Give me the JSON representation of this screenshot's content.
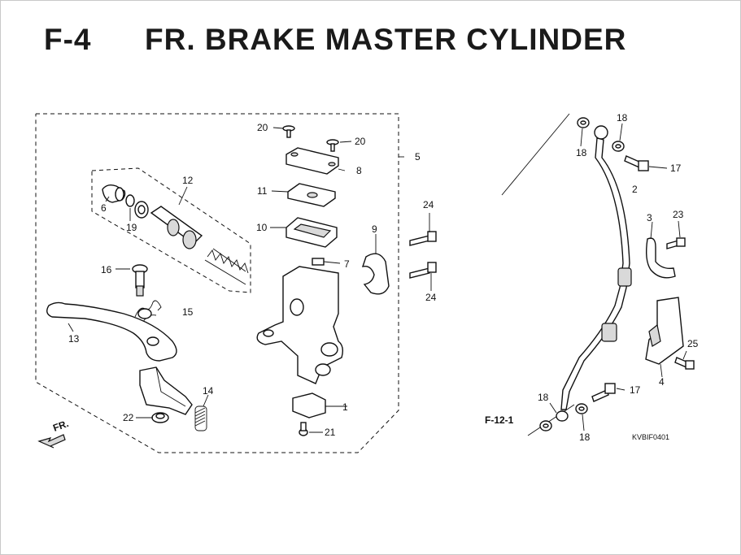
{
  "header": {
    "code": "F-4",
    "title": "FR. BRAKE MASTER CYLINDER"
  },
  "callouts": {
    "p1": "1",
    "p2": "2",
    "p3": "3",
    "p4": "4",
    "p5": "5",
    "p6": "6",
    "p7": "7",
    "p8": "8",
    "p9": "9",
    "p10": "10",
    "p11": "11",
    "p12": "12",
    "p13": "13",
    "p14": "14",
    "p15": "15",
    "p16": "16",
    "p17a": "17",
    "p17b": "17",
    "p18a": "18",
    "p18b": "18",
    "p18c": "18",
    "p18d": "18",
    "p19": "19",
    "p20a": "20",
    "p20b": "20",
    "p21": "21",
    "p22": "22",
    "p23": "23",
    "p24a": "24",
    "p24b": "24",
    "p25": "25"
  },
  "references": {
    "front_arrow": "FR.",
    "cross_ref": "F-12-1",
    "drawing_code": "KVBIF0401"
  }
}
